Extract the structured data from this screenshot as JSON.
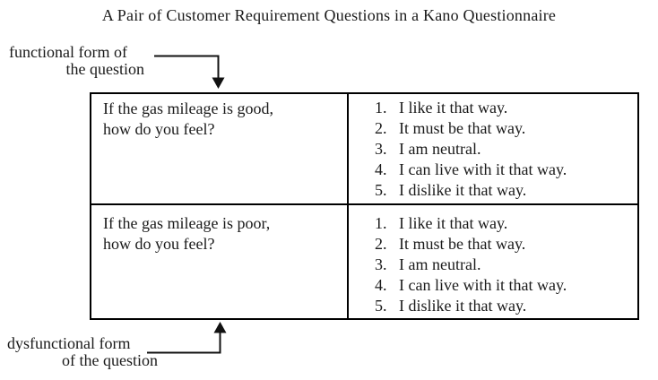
{
  "title": "A Pair of Customer Requirement Questions in a Kano Questionnaire",
  "labels": {
    "functional_line1": "functional form of",
    "functional_line2": "the question",
    "dysfunctional_line1": "dysfunctional form",
    "dysfunctional_line2": "of the question"
  },
  "icons": {
    "functional_arrow": "down-arrow",
    "dysfunctional_arrow": "up-arrow"
  },
  "colors": {
    "text": "#1a1a1a",
    "border": "#000000",
    "background": "#ffffff"
  },
  "table": {
    "rows": [
      {
        "question": "If the gas mileage is good,\nhow do you feel?",
        "options": [
          {
            "num": "1.",
            "text": "I like it that way."
          },
          {
            "num": "2.",
            "text": "It must be that way."
          },
          {
            "num": "3.",
            "text": "I am neutral."
          },
          {
            "num": "4.",
            "text": "I can live with it that way."
          },
          {
            "num": "5.",
            "text": "I dislike it that way."
          }
        ]
      },
      {
        "question": "If the gas mileage is poor,\nhow do you feel?",
        "options": [
          {
            "num": "1.",
            "text": "I like it that way."
          },
          {
            "num": "2.",
            "text": "It must be that way."
          },
          {
            "num": "3.",
            "text": "I am neutral."
          },
          {
            "num": "4.",
            "text": "I can live with it that way."
          },
          {
            "num": "5.",
            "text": "I dislike it that way."
          }
        ]
      }
    ]
  }
}
